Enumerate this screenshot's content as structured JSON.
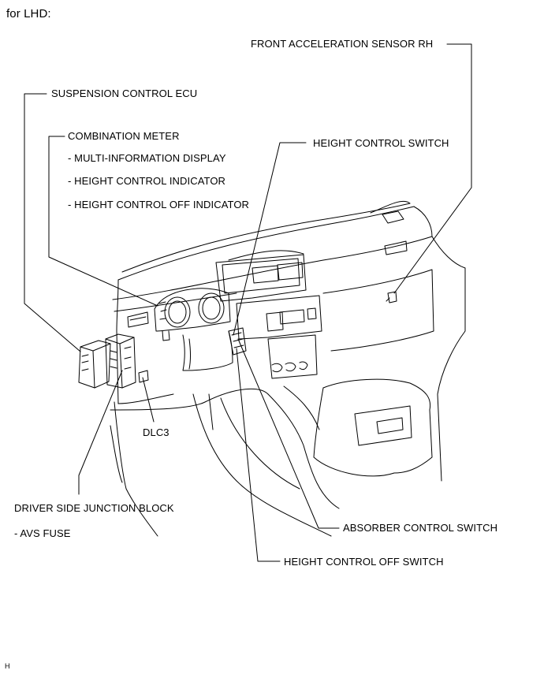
{
  "title": "for LHD:",
  "labels": {
    "front_accel_sensor": "FRONT ACCELERATION SENSOR RH",
    "suspension_ecu": "SUSPENSION CONTROL ECU",
    "combination_meter": "COMBINATION METER",
    "multi_info_display": "- MULTI-INFORMATION DISPLAY",
    "height_control_indicator": "- HEIGHT CONTROL INDICATOR",
    "height_control_off_indicator": "- HEIGHT CONTROL OFF INDICATOR",
    "height_control_switch": "HEIGHT CONTROL SWITCH",
    "dlc3": "DLC3",
    "driver_junction_block": "DRIVER SIDE JUNCTION BLOCK",
    "avs_fuse": "- AVS FUSE",
    "absorber_control_switch": "ABSORBER CONTROL SWITCH",
    "height_control_off_switch": "HEIGHT CONTROL OFF SWITCH"
  },
  "corner_mark": "H"
}
